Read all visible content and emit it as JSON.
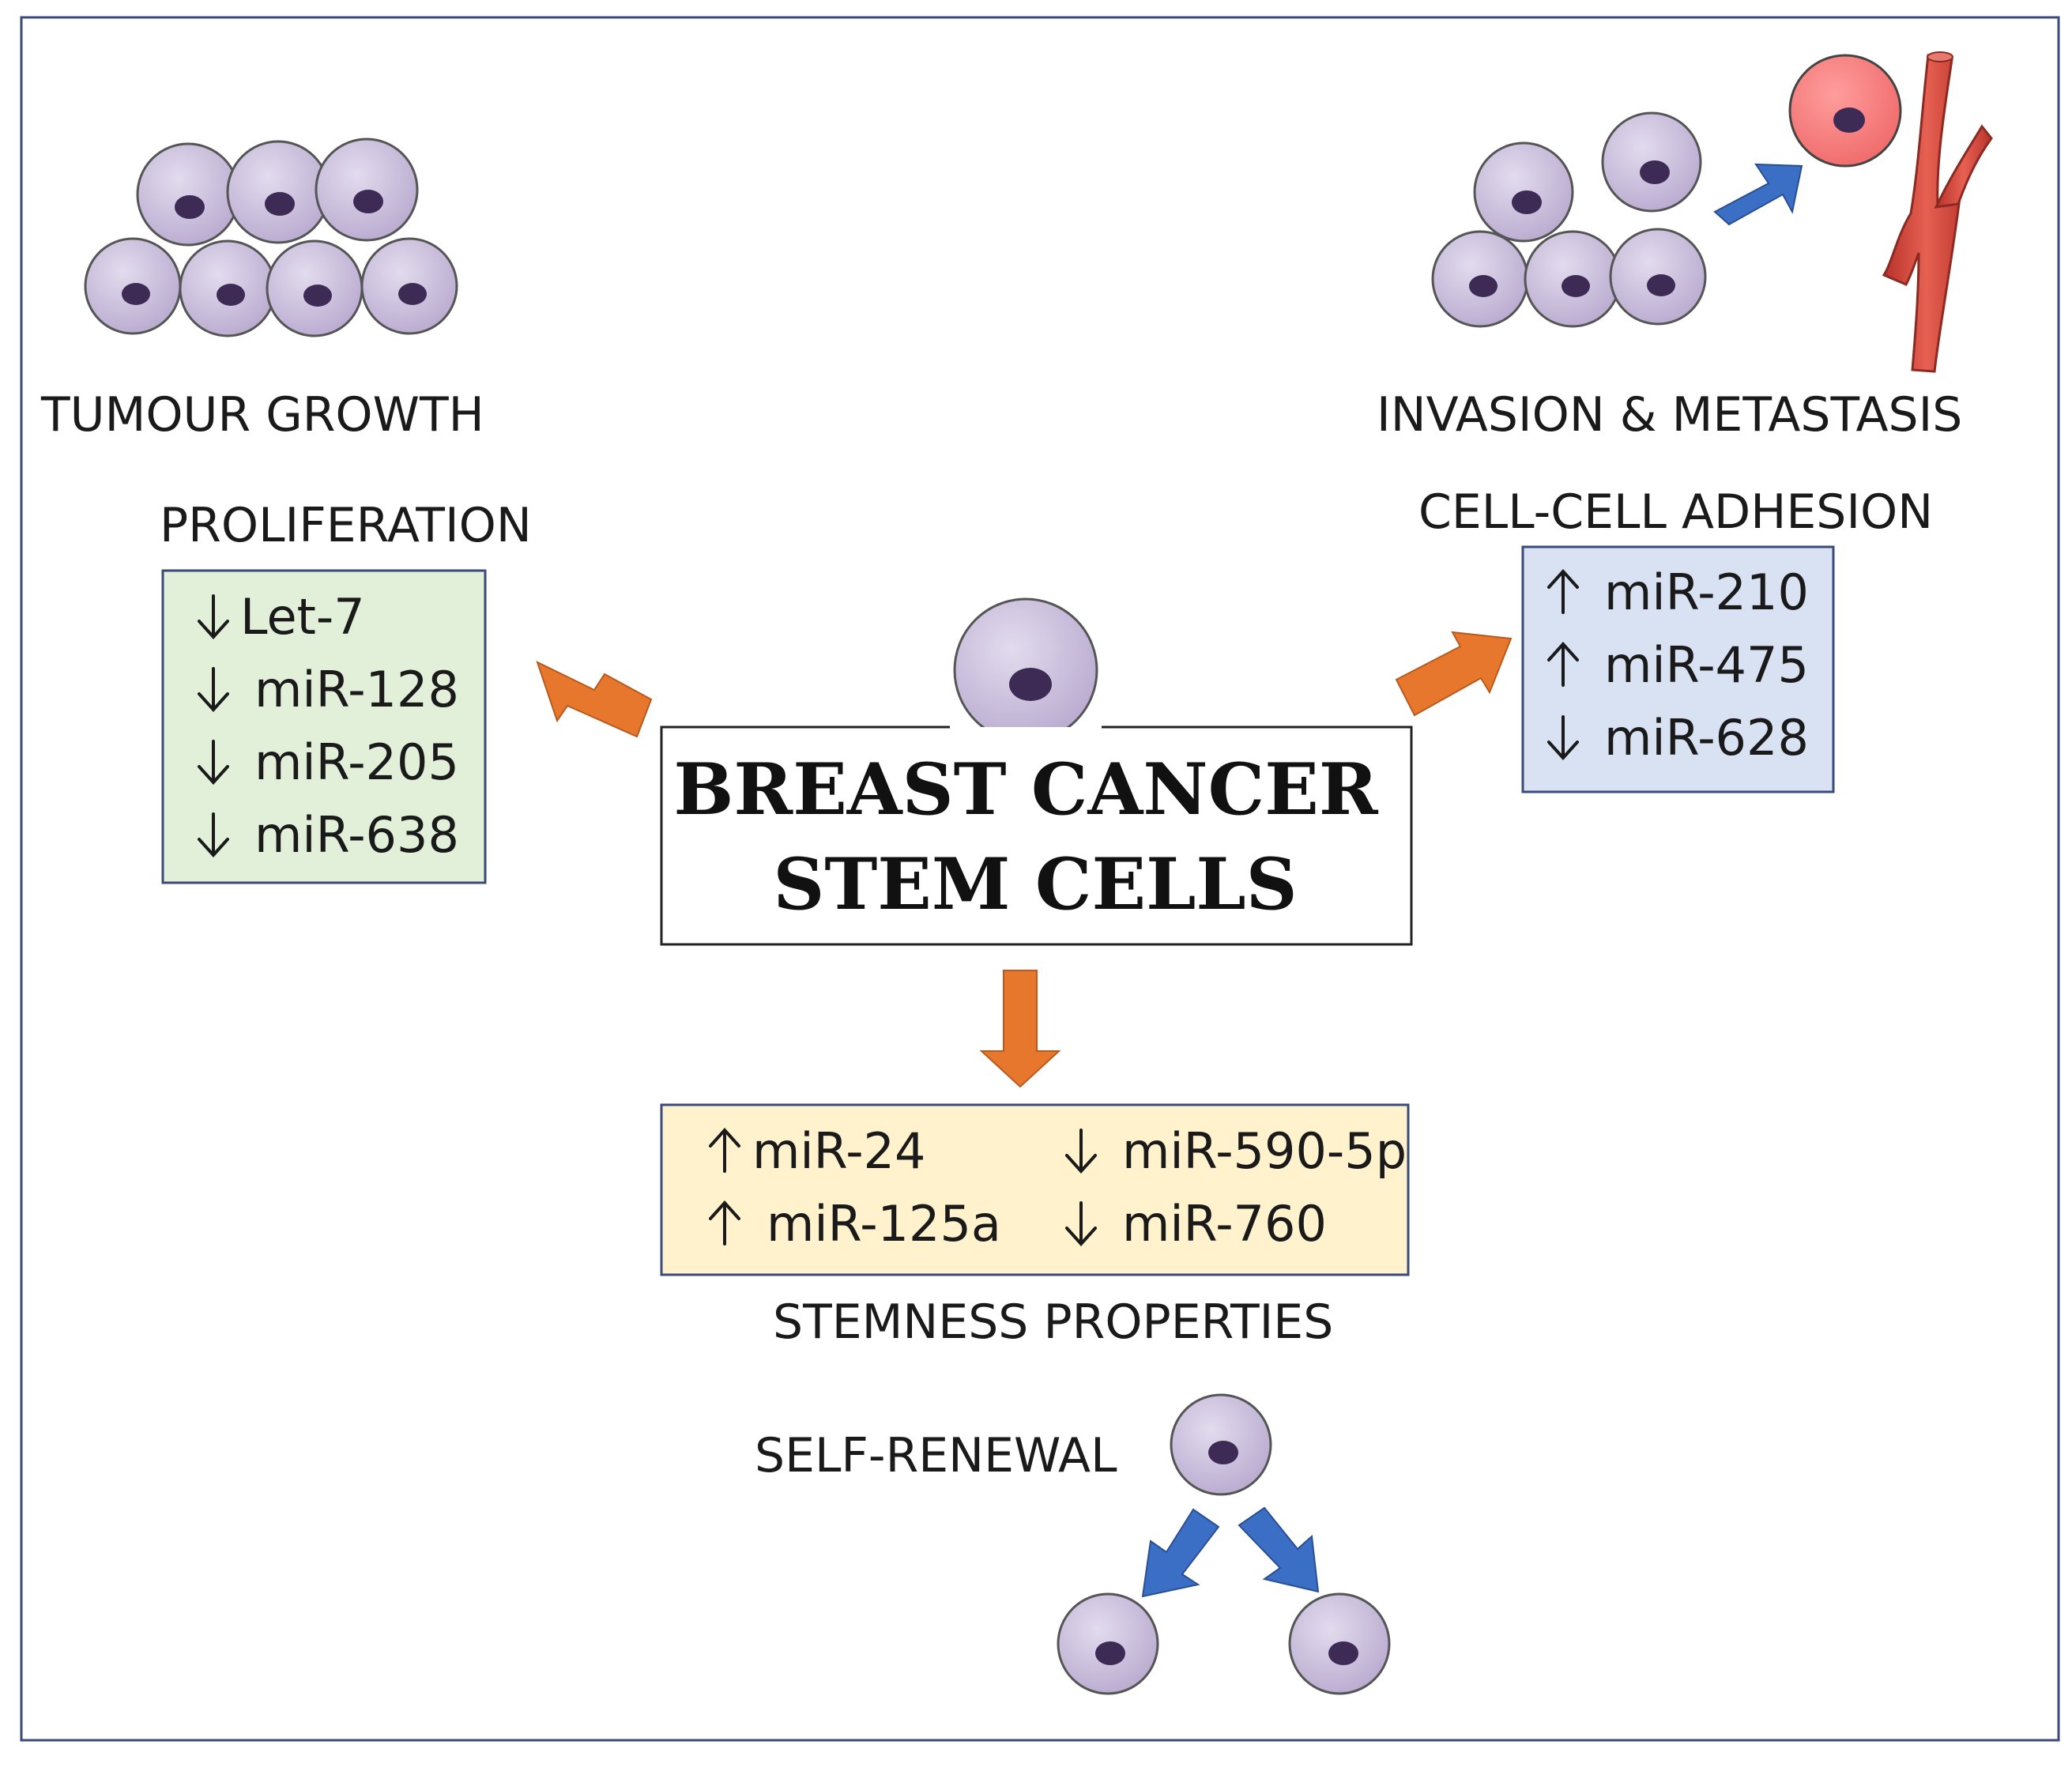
{
  "title_lines": [
    "BREAST CANCER",
    "STEM CELLS"
  ],
  "sections": {
    "tumour_growth": "TUMOUR GROWTH",
    "proliferation": "PROLIFERATION",
    "invasion": "INVASION & METASTASIS",
    "adhesion": "CELL-CELL ADHESION",
    "stemness": "STEMNESS PROPERTIES",
    "self_renewal": "SELF-RENEWAL"
  },
  "proliferation_mirnas": [
    {
      "direction": "down",
      "name": "Let-7"
    },
    {
      "direction": "down",
      "name": "miR-128"
    },
    {
      "direction": "down",
      "name": "miR-205"
    },
    {
      "direction": "down",
      "name": "miR-638"
    }
  ],
  "adhesion_mirnas": [
    {
      "direction": "up",
      "name": "miR-210"
    },
    {
      "direction": "up",
      "name": "miR-475"
    },
    {
      "direction": "down",
      "name": "miR-628"
    }
  ],
  "stemness_mirnas": [
    {
      "direction": "up",
      "name": "miR-24"
    },
    {
      "direction": "up",
      "name": "miR-125a"
    },
    {
      "direction": "down",
      "name": "miR-590-5p"
    },
    {
      "direction": "down",
      "name": "miR-760"
    }
  ],
  "colors": {
    "cell_fill": "#cbc0dd",
    "cell_stroke": "#555555",
    "nucleus": "#3d2a55",
    "red_cell": "#f47b7b",
    "vessel": "#d9473a",
    "orange_arrow": "#e8772e",
    "blue_arrow": "#3b6fc6",
    "green_box": "#e2efd9",
    "blue_box": "#d9e2f3",
    "yellow_box": "#fff2cc",
    "box_border": "#3a4a7a"
  }
}
